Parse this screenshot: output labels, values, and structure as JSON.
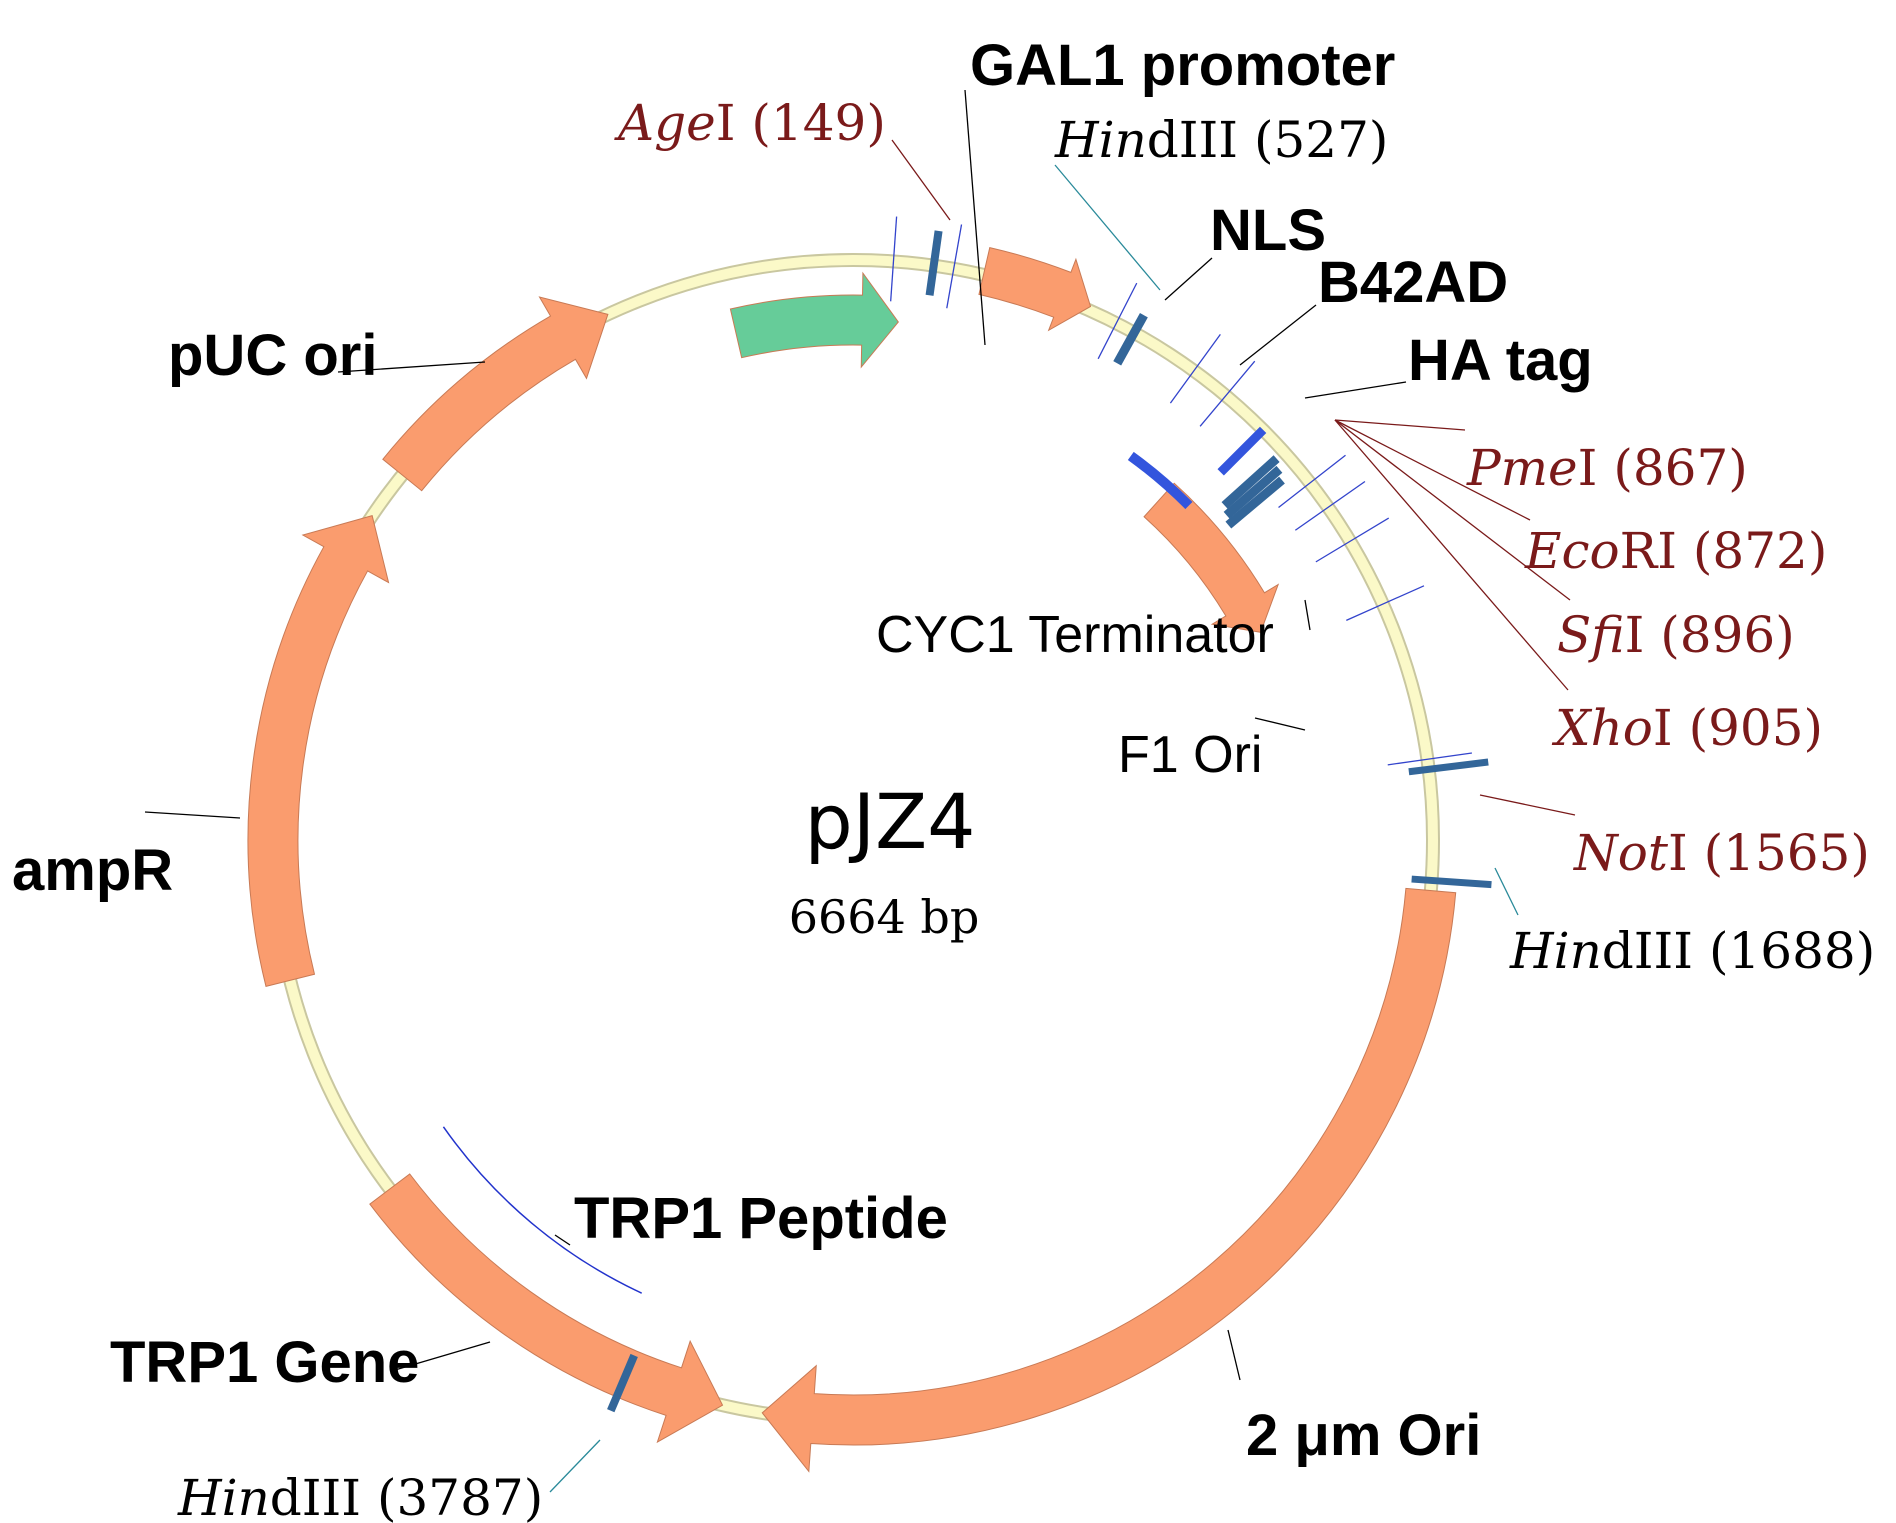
{
  "plasmid": {
    "name": "pJZ4",
    "size_label": "6664 bp",
    "backbone_color": "#fbf9c8",
    "backbone_stroke": "#c9c7a0"
  },
  "colors": {
    "orange_feature": "#fa9c6e",
    "green_feature": "#66cc99",
    "site_red": "#7a1a1a",
    "site_black": "#000000",
    "tick_blue": "#336699",
    "bright_blue": "#3355dd"
  },
  "features": [
    {
      "id": "gal1",
      "label": "GAL1 promoter"
    },
    {
      "id": "nls",
      "label": "NLS"
    },
    {
      "id": "b42ad",
      "label": "B42AD"
    },
    {
      "id": "hatag",
      "label": "HA tag"
    },
    {
      "id": "cyc1",
      "label": "CYC1 Terminator"
    },
    {
      "id": "f1ori",
      "label": "F1 Ori"
    },
    {
      "id": "twomu",
      "label": "2 μm Ori"
    },
    {
      "id": "trp1pep",
      "label": "TRP1 Peptide"
    },
    {
      "id": "trp1gene",
      "label": "TRP1 Gene"
    },
    {
      "id": "ampr",
      "label": "ampR"
    },
    {
      "id": "puc",
      "label": "pUC ori"
    }
  ],
  "sites": [
    {
      "id": "agei",
      "enzyme_italic": "Age",
      "enzyme_rest": "I",
      "position": "(149)",
      "color": "red"
    },
    {
      "id": "hindiii527",
      "enzyme_italic": "Hin",
      "enzyme_rest": "dIII",
      "position": "(527)",
      "color": "black"
    },
    {
      "id": "pmei",
      "enzyme_italic": "Pme",
      "enzyme_rest": "I",
      "position": "(867)",
      "color": "red"
    },
    {
      "id": "ecori",
      "enzyme_italic": "Eco",
      "enzyme_rest": "RI",
      "position": "(872)",
      "color": "red"
    },
    {
      "id": "sfii",
      "enzyme_italic": "Sfi",
      "enzyme_rest": "I",
      "position": "(896)",
      "color": "red"
    },
    {
      "id": "xhoi",
      "enzyme_italic": "Xho",
      "enzyme_rest": "I",
      "position": "(905)",
      "color": "red"
    },
    {
      "id": "noti",
      "enzyme_italic": "Not",
      "enzyme_rest": "I",
      "position": "(1565)",
      "color": "red"
    },
    {
      "id": "hindiii1688",
      "enzyme_italic": "Hin",
      "enzyme_rest": "dIII",
      "position": "(1688)",
      "color": "black"
    },
    {
      "id": "hindiii3787",
      "enzyme_italic": "Hin",
      "enzyme_rest": "dIII",
      "position": "(3787)",
      "color": "black"
    }
  ]
}
